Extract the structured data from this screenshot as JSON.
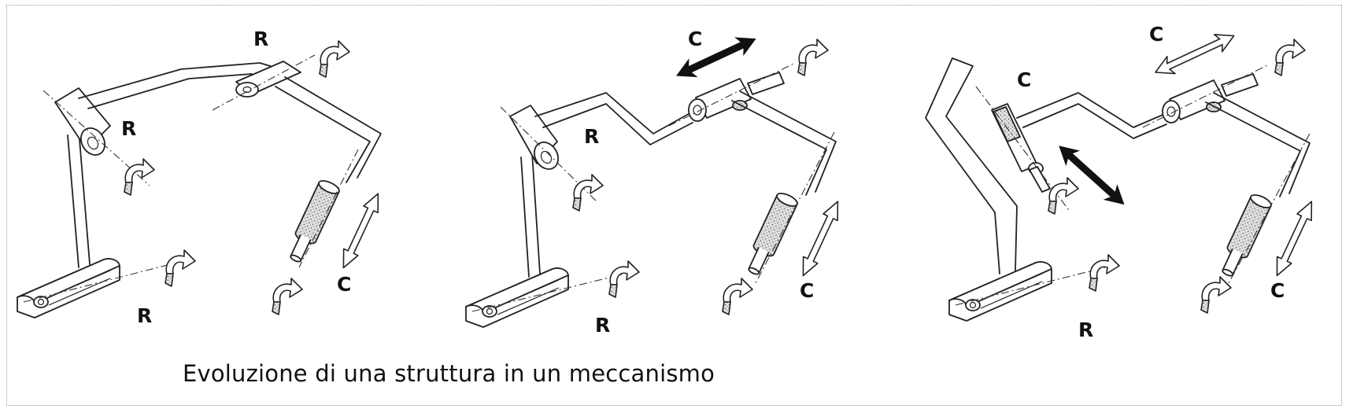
{
  "caption": "Evoluzione di una struttura in un meccanismo",
  "labels": {
    "revolute": "R",
    "cylindrical": "C"
  },
  "panels": [
    {
      "joints": [
        "R",
        "R",
        "R",
        "C"
      ]
    },
    {
      "joints": [
        "C",
        "R",
        "R",
        "C"
      ]
    },
    {
      "joints": [
        "C",
        "C",
        "R",
        "C"
      ]
    }
  ],
  "colors": {
    "ink": "#222222",
    "stipple": "#bdbdbd",
    "solid_arrow": "#111111"
  }
}
